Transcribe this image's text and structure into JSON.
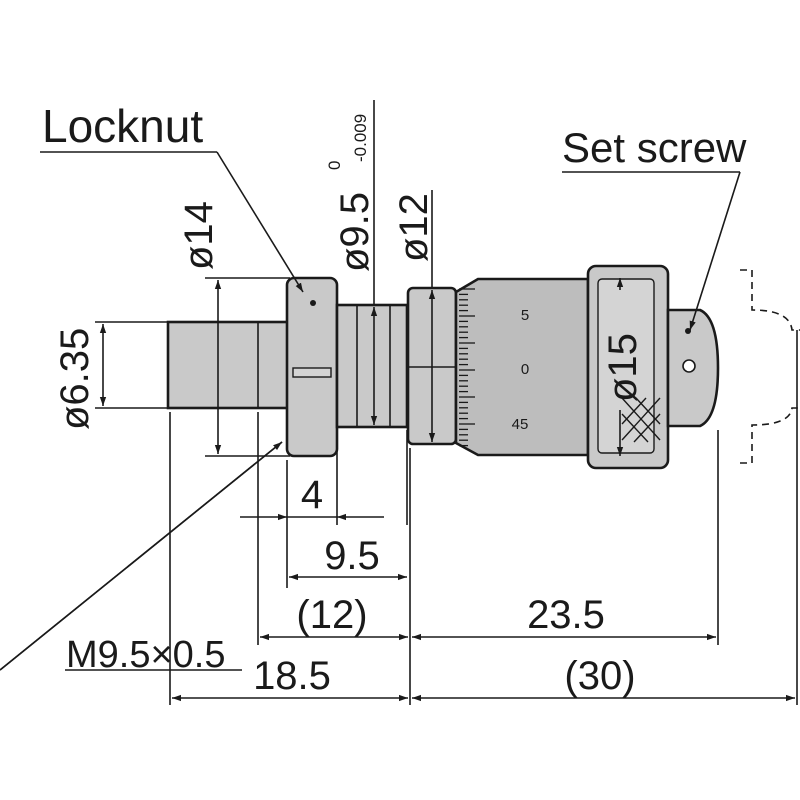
{
  "labels": {
    "locknut": "Locknut",
    "set_screw": "Set screw",
    "thread": "M9.5×0.5"
  },
  "diameters": {
    "d14": "ø14",
    "d6_35": "ø6.35",
    "d9_5": "ø9.5",
    "d9_5_upper_tol": "0",
    "d9_5_lower_tol": "-0.009",
    "d12": "ø12",
    "d15": "ø15"
  },
  "dimensions": {
    "d4": "4",
    "d9_5": "9.5",
    "d12_ref": "(12)",
    "d18_5": "18.5",
    "d23_5": "23.5",
    "d30_ref": "(30)"
  },
  "thimble_scale": [
    "5",
    "0",
    "45"
  ],
  "colors": {
    "line": "#1a1a1a",
    "body_fill": "#c9c9c9",
    "background": "#ffffff"
  }
}
